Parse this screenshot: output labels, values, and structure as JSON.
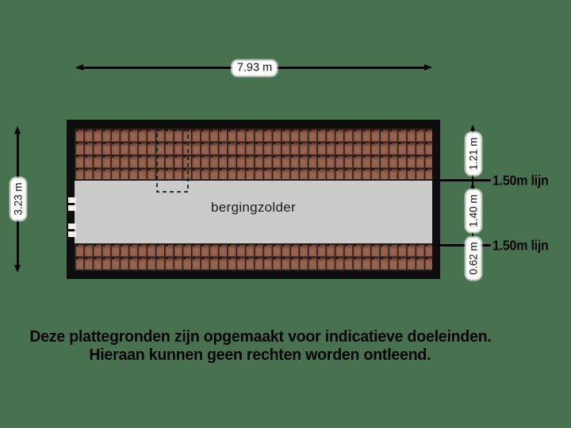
{
  "room": {
    "label": "bergingzolder"
  },
  "dimensions": {
    "width": "7.93 m",
    "height": "3.23 m",
    "segments": [
      "1.21 m",
      "1.40 m",
      "0.62 m"
    ],
    "height_line_top": "1.50m lijn",
    "height_line_bottom": "1.50m lijn"
  },
  "disclaimer": {
    "line1": "Deze plattegronden zijn opgemaakt voor indicatieve doeleinden.",
    "line2": "Hieraan kunnen geen rechten worden ontleend."
  },
  "colors": {
    "background": "#48714f",
    "wall": "#0e0e0e",
    "floor_fill": "#cbcbcb",
    "roof_tile": "#8d5c4a",
    "roof_tile_line": "#2f201a",
    "chip_background": "#ffffff",
    "dimension_line": "#050505"
  }
}
